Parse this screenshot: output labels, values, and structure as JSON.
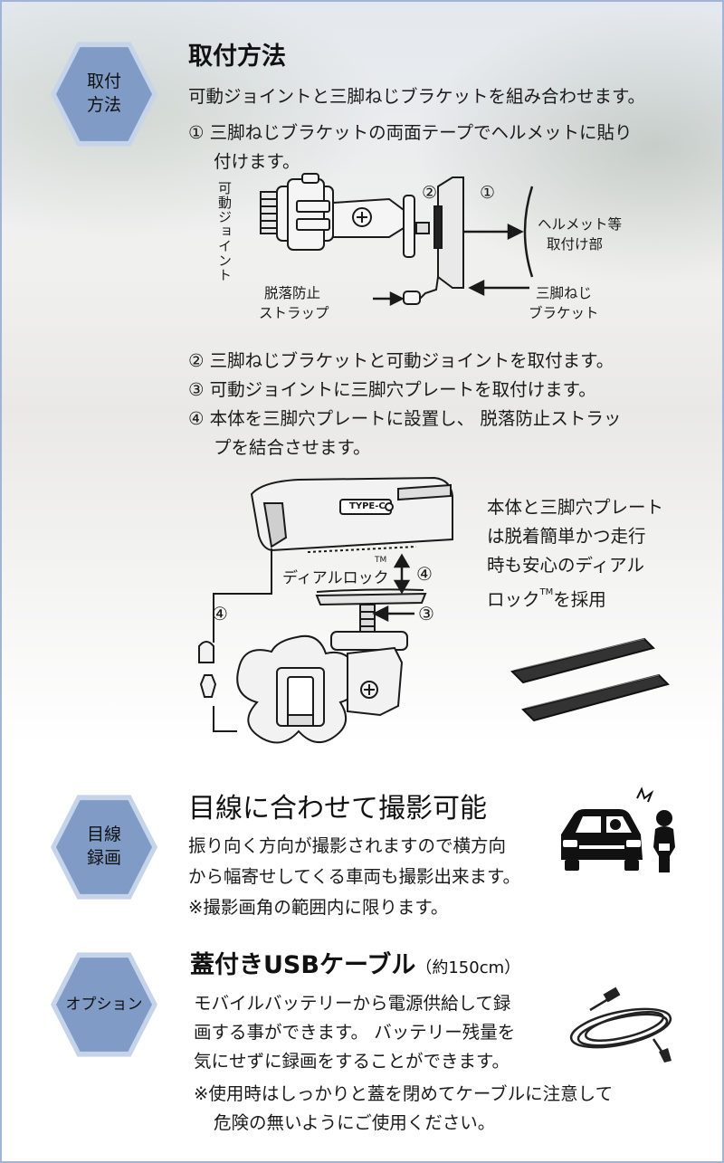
{
  "mount": {
    "badge": "取付\n方法",
    "title": "取付方法",
    "intro": "可動ジョイントと三脚ねじブラケットを組み合わせます。",
    "step1_line1": "① 三脚ねじブラケットの両面テープでヘルメットに貼り",
    "step1_line2": "付けます。",
    "diagram1": {
      "joint_label": "可動ジョイント",
      "num2": "②",
      "num1": "①",
      "helmet_label_1": "ヘルメット等",
      "helmet_label_2": "取付け部",
      "strap_label_1": "脱落防止",
      "strap_label_2": "ストラップ",
      "bracket_label_1": "三脚ねじ",
      "bracket_label_2": "ブラケット"
    },
    "step2": "② 三脚ねじブラケットと可動ジョイントを取付ます。",
    "step3": "③ 可動ジョイントに三脚穴プレートを取付けます。",
    "step4_line1": "④ 本体を三脚穴プレートに設置し、 脱落防止ストラッ",
    "step4_line2": "プを結合させます。",
    "diagram2": {
      "type_c": "TYPE-C",
      "dial_lock": "ディアルロック",
      "tm": "TM",
      "num4a": "④",
      "num4b": "④",
      "num3": "③"
    },
    "note_line1": "本体と三脚穴プレート",
    "note_line2": "は脱着簡単かつ走行",
    "note_line3": "時も安心のディアル",
    "note_line4_a": "ロック",
    "note_line4_tm": "TM",
    "note_line4_b": "を採用"
  },
  "gaze": {
    "badge": "目線\n録画",
    "title": "目線に合わせて撮影可能",
    "line1": "振り向く方向が撮影されますので横方向",
    "line2": "から幅寄せしてくる車両も撮影出来ます。",
    "line3": "※撮影画角の範囲内に限ります。",
    "icon": "car-and-rider-icon"
  },
  "option": {
    "badge": "オプション",
    "title": "蓋付きUSBケーブル",
    "title_sub": "（約150cm）",
    "line1": "モバイルバッテリーから電源供給して録",
    "line2": "画する事ができます。 バッテリー残量を",
    "line3": "気にせずに録画をすることができます。",
    "note1": "※使用時はしっかりと蓋を閉めてケーブルに注意して",
    "note2": "危険の無いようにご使用ください。",
    "icon": "usb-cable-icon"
  },
  "colors": {
    "badge_outer": "#c6d4ea",
    "badge_inner": "#7f9bc6",
    "frame": "#9fb4d6"
  }
}
